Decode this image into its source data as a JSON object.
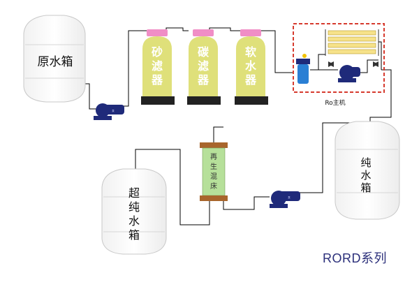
{
  "tanks": {
    "raw_water": "原水箱",
    "pure_water": [
      "纯",
      "水",
      "箱"
    ],
    "ultrapure_water": [
      "超",
      "纯",
      "水",
      "箱"
    ]
  },
  "filters": {
    "sand": [
      "砂",
      "滤",
      "器"
    ],
    "carbon": [
      "碳",
      "滤",
      "器"
    ],
    "softener": [
      "软",
      "水",
      "器"
    ]
  },
  "ro": {
    "label": "Ro主机"
  },
  "mixed_bed": {
    "label": [
      "再",
      "生",
      "混",
      "床"
    ]
  },
  "series_caption": "RORD系列",
  "colors": {
    "tank_body": "#ffffff",
    "tank_outline": "#cfcfcf",
    "filter_body": "#dfe07a",
    "filter_base": "#222222",
    "filter_cap": "#f08ec6",
    "filter_text": "#ffffff",
    "pump": "#1f2a7a",
    "pipe": "#000000",
    "ro_frame": "#d63a2e",
    "ro_membrane": "#f6e28a",
    "mixed_bed_body": "#b6e09a",
    "mixed_bed_cap": "#a8652c",
    "caption": "#2b2f7a"
  }
}
